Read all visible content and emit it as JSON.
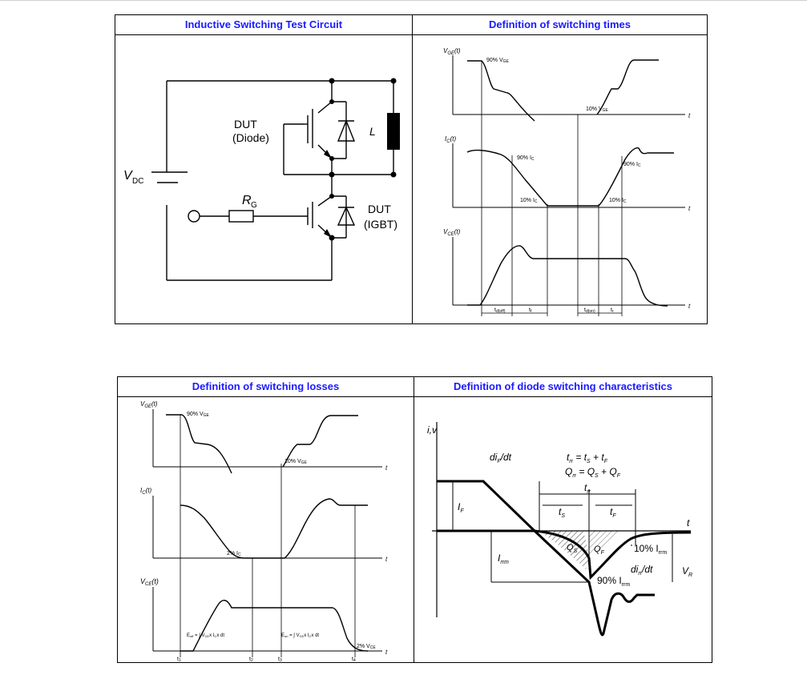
{
  "panels": {
    "circuit": {
      "title": "Inductive Switching Test Circuit",
      "labels": {
        "dut_top": "DUT",
        "dut_top_sub": "(Diode)",
        "inductor": "L",
        "vdc": "V",
        "vdc_sub": "DC",
        "rg": "R",
        "rg_sub": "G",
        "dut_bottom": "DUT",
        "dut_bottom_sub": "(IGBT)"
      }
    },
    "times": {
      "title": "Definition of switching times",
      "labels": {
        "vge_axis": "V",
        "vge_sub": "GE",
        "vge_t": "(t)",
        "ic_axis": "I",
        "ic_sub": "C",
        "ic_t": "(t)",
        "vce_axis": "V",
        "vce_sub": "CE",
        "vce_t": "(t)",
        "t": "t",
        "vge90": "90% V",
        "vge90_sub": "GE",
        "vge10": "10% V",
        "vge10_sub": "GE",
        "ic90a": "90% I",
        "ic90a_sub": "C",
        "ic90b": "90% I",
        "ic90b_sub": "C",
        "ic10a": "10% I",
        "ic10a_sub": "C",
        "ic10b": "10% I",
        "ic10b_sub": "C",
        "tdoff": "t",
        "tdoff_sub": "d(off)",
        "tf": "t",
        "tf_sub": "f",
        "tdon": "t",
        "tdon_sub": "d(on)",
        "tr": "t",
        "tr_sub": "r"
      }
    },
    "losses": {
      "title": "Definition of switching losses",
      "labels": {
        "vge_axis": "V",
        "vge_sub": "GE",
        "vge_t": "(t)",
        "ic_axis": "I",
        "ic_sub": "C",
        "ic_t": "(t)",
        "vce_axis": "V",
        "vce_sub": "CE",
        "vce_t": "(t)",
        "t": "t",
        "vge90": "90% V",
        "vge90_sub": "GE",
        "vge10": "10% V",
        "vge10_sub": "GE",
        "ic2": "2% I",
        "ic2_sub": "C",
        "vce2": "2% V",
        "vce2_sub": "CE",
        "eoff": "E",
        "eoff_sub": "off",
        "eoff_formula": " = ∫ V",
        "eoff_formula_tail": "x I",
        "eoff_dt": "x dt",
        "eon": "E",
        "eon_sub": "on",
        "eon_formula": " = ∫ V",
        "eon_formula_tail": "x I",
        "eon_dt": "x dt",
        "ce_sub": "CE",
        "c_sub": "C",
        "t1": "t",
        "t1_sub": "1",
        "t2": "t",
        "t2_sub": "2",
        "t3": "t",
        "t3_sub": "3",
        "t4": "t",
        "t4_sub": "4"
      }
    },
    "diode": {
      "title": "Definition of diode switching characteristics",
      "labels": {
        "iv": "i,v",
        "t": "t",
        "difdt": "di",
        "difdt_sub": "F",
        "difdt_tail": "/dt",
        "trr_eq": "t",
        "trr_eq_sub": "rr",
        "trr_eq_mid": " = t",
        "trr_eq_s": "S",
        "trr_eq_plus": " + t",
        "trr_eq_f": "F",
        "qrr_eq": "Q",
        "qrr_eq_sub": "rr",
        "qrr_eq_mid": " = Q",
        "qrr_eq_s": "S",
        "qrr_eq_plus": " + Q",
        "qrr_eq_f": "F",
        "trr": "t",
        "trr_sub": "rr",
        "ts": "t",
        "ts_sub": "S",
        "tf": "t",
        "tf_sub": "F",
        "if": "I",
        "if_sub": "F",
        "irrm": "I",
        "irrm_sub": "rrm",
        "qs": "Q",
        "qs_sub": "S",
        "qf": "Q",
        "qf_sub": "F",
        "irrm10": "10% I",
        "irrm10_sub": "rrm",
        "dirrdt": "di",
        "dirrdt_sub": "rr",
        "dirrdt_tail": "/dt",
        "irrm90": "90% I",
        "irrm90_sub": "rrm",
        "vr": "V",
        "vr_sub": "R"
      }
    }
  }
}
